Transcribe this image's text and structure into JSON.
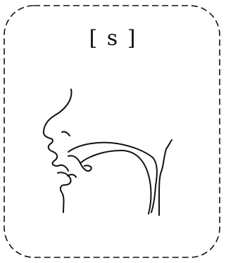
{
  "phoneme": {
    "label": "[ s ]"
  },
  "colors": {
    "ink": "#111111",
    "background": "#ffffff"
  },
  "figure": {
    "type": "sagittal-vocal-tract-diagram",
    "border_style": "dashed-rounded"
  }
}
